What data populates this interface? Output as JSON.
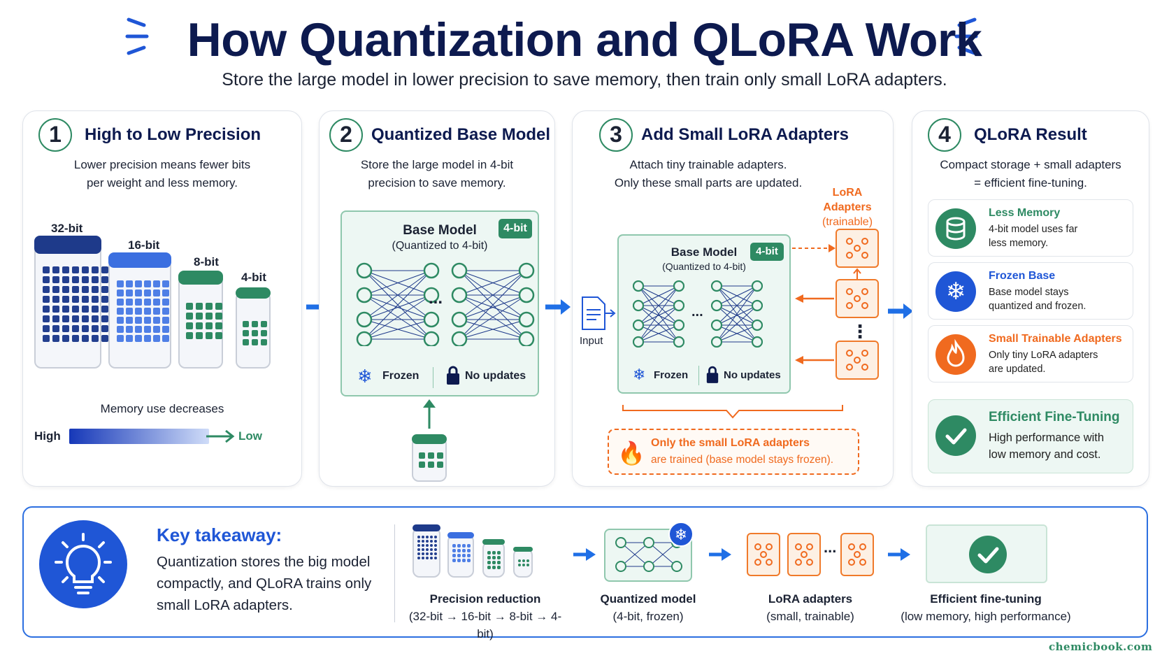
{
  "header": {
    "title": "How Quantization and QLoRA Work",
    "subtitle": "Store the large model in lower precision to save memory, then train only small LoRA adapters."
  },
  "panel1": {
    "num": "1",
    "title": "High to Low Precision",
    "desc1": "Lower precision means fewer bits",
    "desc2": "per weight and less memory.",
    "jar_labels": [
      "32-bit",
      "16-bit",
      "8-bit",
      "4-bit"
    ],
    "memory_label": "Memory use decreases",
    "high": "High",
    "low": "Low"
  },
  "panel2": {
    "num": "2",
    "title": "Quantized Base Model",
    "desc1": "Store the large model in 4-bit",
    "desc2": "precision to save memory.",
    "bm_title": "Base Model",
    "bm_sub": "(Quantized to 4-bit)",
    "badge": "4-bit",
    "dots": "...",
    "frozen": "Frozen",
    "no_updates": "No updates"
  },
  "panel3": {
    "num": "3",
    "title": "Add Small LoRA Adapters",
    "desc1": "Attach tiny trainable adapters.",
    "desc2": "Only these small parts are updated.",
    "lora1": "LoRA",
    "lora2": "Adapters",
    "lora3": "(trainable)",
    "input": "Input",
    "bm_title": "Base Model",
    "bm_sub": "(Quantized to 4-bit)",
    "badge": "4-bit",
    "dots": "...",
    "vdots": "⋮",
    "frozen": "Frozen",
    "no_updates": "No updates",
    "note1": "Only the small LoRA adapters",
    "note2": "are trained (base model stays frozen)."
  },
  "panel4": {
    "num": "4",
    "title": "QLoRA Result",
    "desc1": "Compact storage + small adapters",
    "desc2": "= efficient fine-tuning.",
    "cards": [
      {
        "title": "Less Memory",
        "d1": "4-bit model uses far",
        "d2": "less memory.",
        "color": "#2e8a63"
      },
      {
        "title": "Frozen Base",
        "d1": "Base model stays",
        "d2": "quantized and frozen.",
        "color": "#1f56d6"
      },
      {
        "title": "Small Trainable Adapters",
        "d1": "Only tiny LoRA adapters",
        "d2": "are updated.",
        "color": "#f06a1f"
      }
    ],
    "final_title": "Efficient Fine-Tuning",
    "final_d1": "High performance with",
    "final_d2": "low memory and cost."
  },
  "takeaway": {
    "heading": "Key takeaway:",
    "l1": "Quantization stores the big model",
    "l2": "compactly, and QLoRA trains only",
    "l3": "small LoRA adapters.",
    "steps": [
      {
        "t": "Precision reduction",
        "s": "(32-bit → 16-bit → 8-bit → 4-bit)"
      },
      {
        "t": "Quantized model",
        "s": "(4-bit, frozen)"
      },
      {
        "t": "LoRA adapters",
        "s": "(small, trainable)"
      },
      {
        "t": "Efficient fine-tuning",
        "s": "(low memory, high performance)"
      }
    ],
    "dots": "..."
  },
  "footer": {
    "url": "chemicbook.com"
  },
  "colors": {
    "navy": "#0d1a4f",
    "green": "#2e8a63",
    "blue": "#1f56d6",
    "orange": "#f06a1f"
  }
}
